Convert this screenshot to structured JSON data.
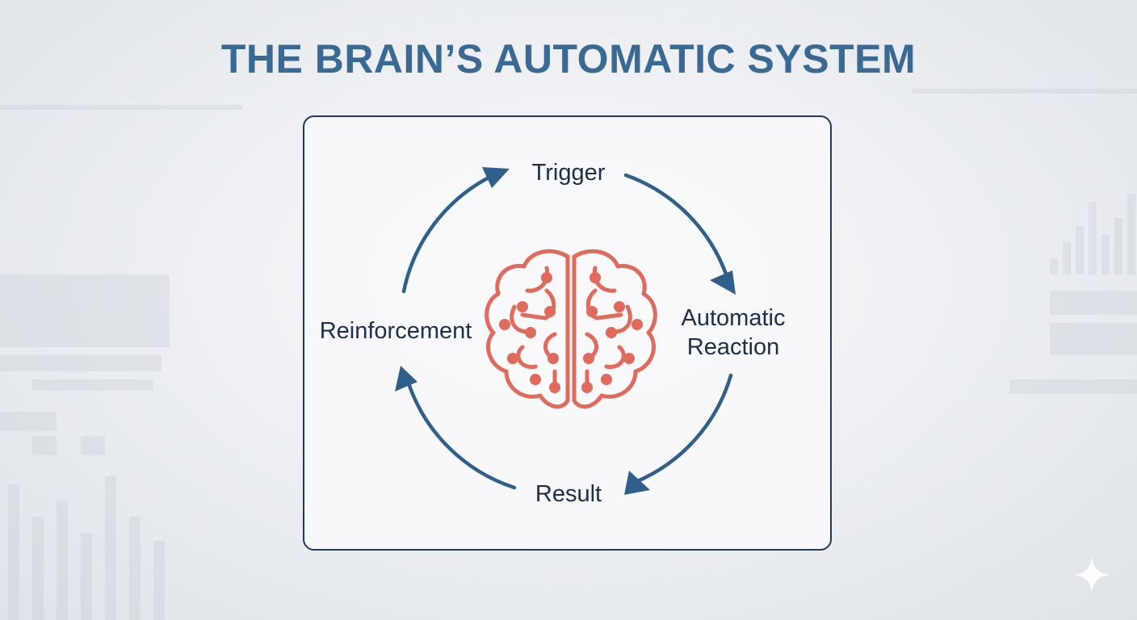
{
  "title": "THE BRAIN’S AUTOMATIC SYSTEM",
  "cycle": {
    "nodes": [
      {
        "id": "trigger",
        "label": "Trigger"
      },
      {
        "id": "automatic-reaction",
        "label": "Automatic Reaction"
      },
      {
        "id": "result",
        "label": "Result"
      },
      {
        "id": "reinforcement",
        "label": "Reinforcement"
      }
    ],
    "direction": "clockwise"
  },
  "center_icon": "brain-circuit-icon",
  "colors": {
    "title": "#3a6a94",
    "arrows": "#2f5f8a",
    "frame": "#1f3a5c",
    "labels": "#1b2f4b",
    "brain": "#e06a5c"
  }
}
